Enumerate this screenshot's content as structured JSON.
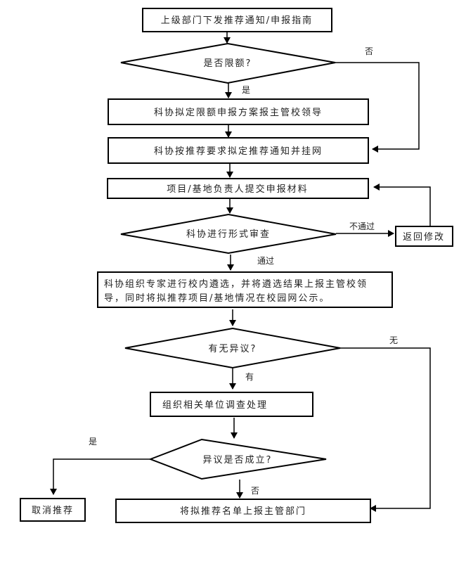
{
  "nodes": {
    "start": "上级部门下发推荐通知/申报指南",
    "quota_decision": "是否限额?",
    "quota_plan": "科协拟定限额申报方案报主管校领导",
    "notice": "科协按推荐要求拟定推荐通知并挂网",
    "submit": "项目/基地负责人提交申报材料",
    "form_review": "科协进行形式审查",
    "return_modify": "返回修改",
    "expert_select_line1": "科协组织专家进行校内遴选，并将遴选结果上报主管校领",
    "expert_select_line2": "导，同时将拟推荐项目/基地情况在校园网公示。",
    "objection_decision": "有无异议?",
    "investigate": "组织相关单位调查处理",
    "objection_valid": "异议是否成立?",
    "cancel": "取消推荐",
    "report": "将拟推荐名单上报主管部门"
  },
  "edge_labels": {
    "quota_no": "否",
    "quota_yes": "是",
    "review_fail": "不通过",
    "review_pass": "通过",
    "objection_none": "无",
    "objection_has": "有",
    "valid_yes": "是",
    "valid_no": "否"
  }
}
